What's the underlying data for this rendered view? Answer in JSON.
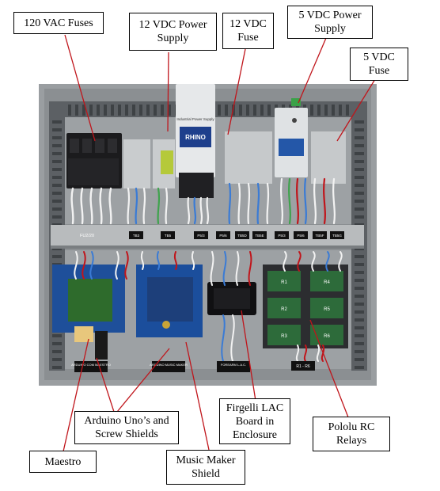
{
  "image": {
    "description_colors": {
      "background": "#ffffff",
      "panel": "#8f9396",
      "leader_line": "#c0151b"
    }
  },
  "callouts": {
    "fuses_120vac": "120 VAC Fuses",
    "ps_12vdc_line1": "12 VDC Power",
    "ps_12vdc_line2": "Supply",
    "fuse_12vdc_line1": "12 VDC",
    "fuse_12vdc_line2": "Fuse",
    "ps_5vdc_line1": "5 VDC Power",
    "ps_5vdc_line2": "Supply",
    "fuse_5vdc_line1": "5 VDC",
    "fuse_5vdc_line2": "Fuse",
    "arduino_line1": "Arduino Uno’s and",
    "arduino_line2": "Screw Shields",
    "maestro": "Maestro",
    "music_line1": "Music Maker",
    "music_line2": "Shield",
    "lac_line1": "Firgelli LAC",
    "lac_line2": "Board in",
    "lac_line3": "Enclosure",
    "pololu_line1": "Pololu RC",
    "pololu_line2": "Relays"
  },
  "panel_labels": {
    "fu20": "FU2/20",
    "rail_top": [
      "TB3",
      "TB5",
      "P5/3",
      "P5/6",
      "TB5D",
      "TB5E",
      "P5/3",
      "P5/6",
      "TB5F",
      "TB5G"
    ],
    "arduino_com": "ARDUINO COM MAESTRO",
    "arduino_music": "ARDUINO MUSIC MAKER",
    "forearm": "FOREARM L.A.C.",
    "relays": "R1 - R6"
  },
  "relay_labels": [
    "R1",
    "R4",
    "R2",
    "R5",
    "R3",
    "R6"
  ],
  "psu_12vdc_brand": "RHINO",
  "psu_12vdc_text": "Industrial Power Supply"
}
